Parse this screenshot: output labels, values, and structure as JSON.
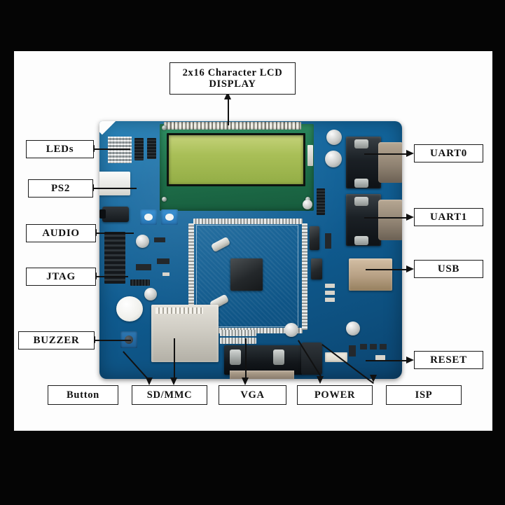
{
  "figure": {
    "subject": "ARM microcontroller development board annotated photo",
    "background_color": "#050505",
    "canvas_color": "#fdfdfd"
  },
  "callouts": {
    "lcd_display": {
      "label": "2x16 Character LCD\nDISPLAY",
      "line1": "2x16 Character LCD",
      "line2": "DISPLAY",
      "arrow": "up"
    },
    "leds": {
      "label": "LEDs",
      "arrow": "left",
      "side": "left"
    },
    "ps2": {
      "label": "PS2",
      "arrow": "left",
      "side": "left"
    },
    "audio": {
      "label": "AUDIO",
      "arrow": "left",
      "side": "left"
    },
    "jtag": {
      "label": "JTAG",
      "arrow": "left",
      "side": "left"
    },
    "buzzer": {
      "label": "BUZZER",
      "arrow": "left",
      "side": "left"
    },
    "uart0": {
      "label": "UART0",
      "arrow": "right",
      "side": "right"
    },
    "uart1": {
      "label": "UART1",
      "arrow": "right",
      "side": "right"
    },
    "usb": {
      "label": "USB",
      "arrow": "right",
      "side": "right"
    },
    "reset": {
      "label": "RESET",
      "arrow": "right",
      "side": "right"
    },
    "button": {
      "label": "Button",
      "arrow": "down",
      "side": "bottom"
    },
    "sdmmc": {
      "label": "SD/MMC",
      "arrow": "down",
      "side": "bottom"
    },
    "vga": {
      "label": "VGA",
      "arrow": "down",
      "side": "bottom"
    },
    "power": {
      "label": "POWER",
      "arrow": "down",
      "side": "bottom"
    },
    "isp": {
      "label": "ISP",
      "arrow": "down",
      "side": "bottom"
    }
  },
  "board": {
    "pcb_color": "#1368a0",
    "lcd_pcb_color": "#1e6e49",
    "lcd_glass_color": "#a9bf57",
    "connector_dark": "#14181c",
    "connector_beige": "#b7a084"
  }
}
